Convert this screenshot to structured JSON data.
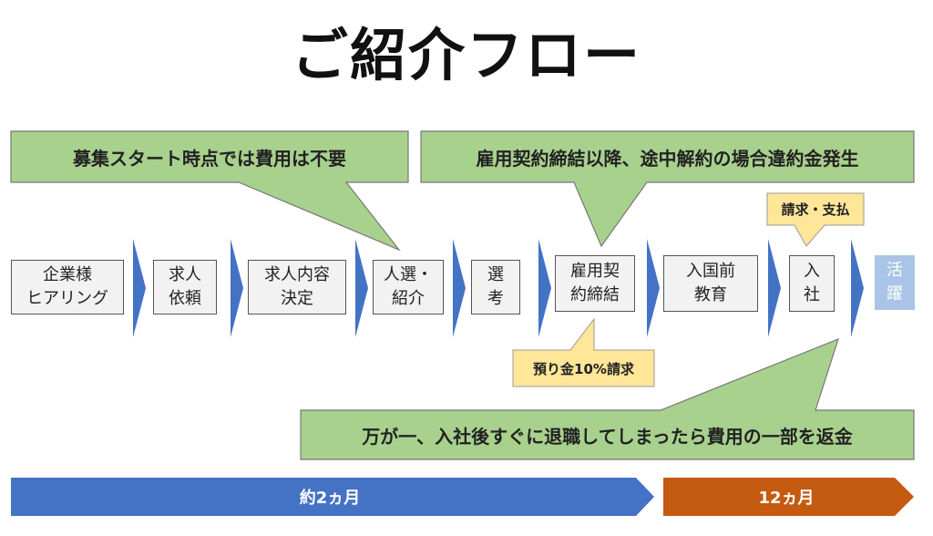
{
  "title": "ご紹介フロー",
  "callouts": {
    "top_left": "募集スタート時点では費用は不要",
    "top_right": "雇用契約締結以降、途中解約の場合違約金発生",
    "bottom": "万が一、入社後すぐに退職してしまったら費用の一部を返金"
  },
  "steps": [
    "企業様\nヒアリング",
    "求人\n依頼",
    "求人内容\n決定",
    "人選・\n紹介",
    "選\n考",
    "雇用契\n約締結",
    "入国前\n教育",
    "入\n社",
    "活\n躍"
  ],
  "notes": {
    "billing": "請求・支払",
    "deposit": "預り金10%請求"
  },
  "timeline": {
    "phase1": "約2ヵ月",
    "phase2": "12ヵ月"
  },
  "colors": {
    "callout_fill": "#a9d18e",
    "note_fill": "#ffe699",
    "arrow_blue": "#4472c4",
    "arrow_orange": "#c55a11",
    "active_step": "#a9c4e6"
  }
}
